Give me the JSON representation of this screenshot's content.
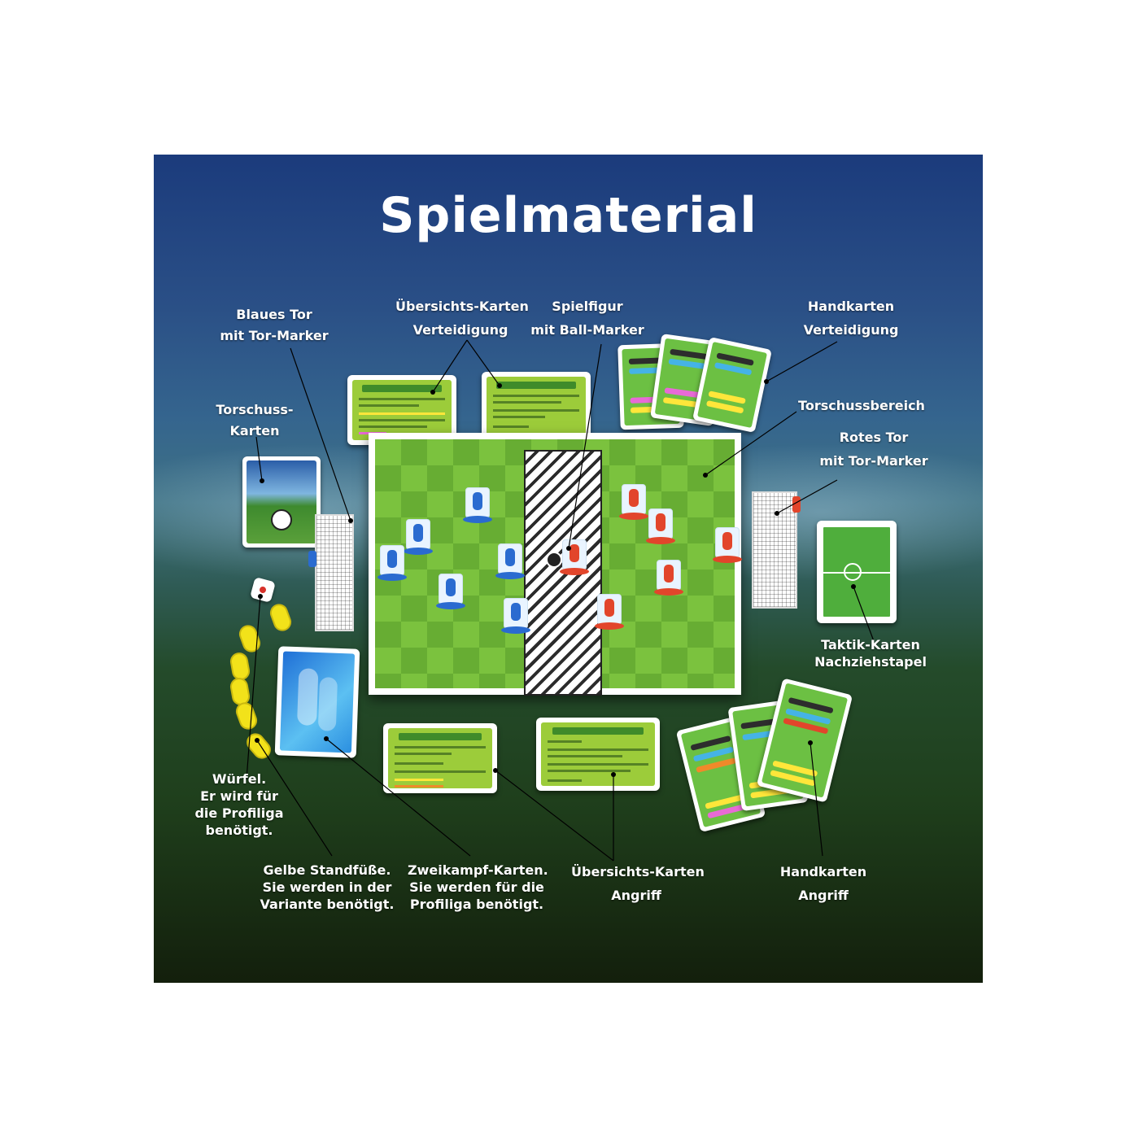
{
  "title": "Spielmaterial",
  "labels": {
    "blaues_tor": [
      "Blaues Tor",
      "mit Tor-Marker"
    ],
    "uebersicht_verteidigung": [
      "Übersichts-Karten",
      "Verteidigung"
    ],
    "spielfigur": [
      "Spielfigur",
      "mit Ball-Marker"
    ],
    "handkarten_verteidigung": [
      "Handkarten",
      "Verteidigung"
    ],
    "torschuss_karten": [
      "Torschuss-",
      "Karten"
    ],
    "torschussbereich": [
      "Torschussbereich"
    ],
    "rotes_tor": [
      "Rotes Tor",
      "mit Tor-Marker"
    ],
    "taktik_karten": [
      "Taktik-Karten",
      "Nachziehstapel"
    ],
    "wuerfel": [
      "Würfel.",
      "Er wird für",
      "die Profiliga",
      "benötigt."
    ],
    "standfuesse": [
      "Gelbe Standfüße.",
      "Sie werden in der",
      "Variante benötigt."
    ],
    "zweikampf": [
      "Zweikampf-Karten.",
      "Sie werden für die",
      "Profiliga benötigt."
    ],
    "uebersicht_angriff": [
      "Übersichts-Karten",
      "Angriff"
    ],
    "handkarten_angriff": [
      "Handkarten",
      "Angriff"
    ]
  },
  "colors": {
    "sky_top": "#1b3b7c",
    "pitch_dark": "#131f0c",
    "card_green": "#9ccc3a",
    "hand_green": "#6cc043",
    "blue_team": "#2a6bd0",
    "red_team": "#e2452b",
    "stand_yellow": "#f2e21a"
  }
}
